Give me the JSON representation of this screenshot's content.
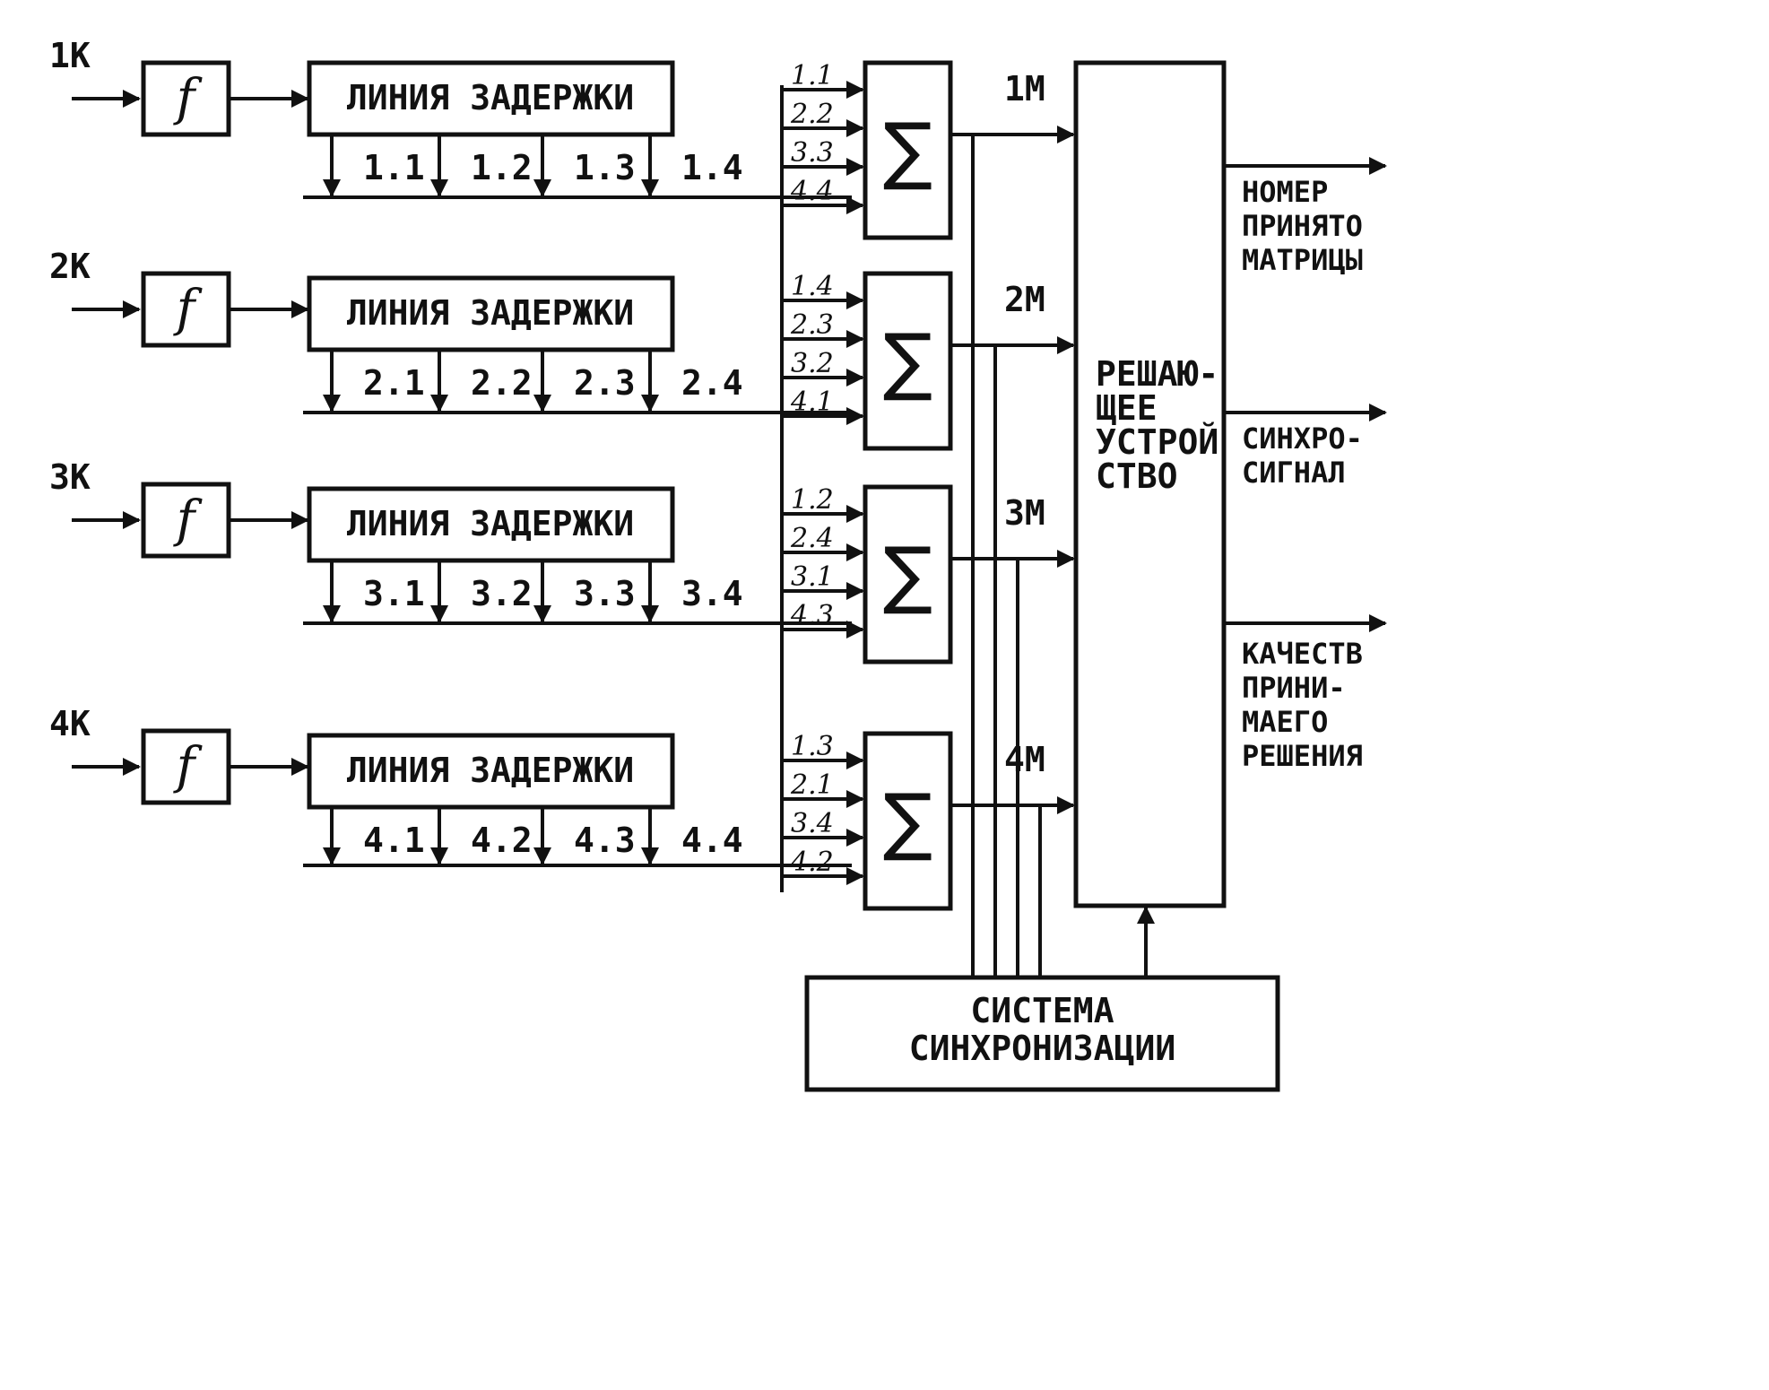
{
  "channels": [
    {
      "input": "1K",
      "filter": "f",
      "delay": "ЛИНИЯ ЗАДЕРЖКИ",
      "taps": [
        "1.1",
        "1.2",
        "1.3",
        "1.4"
      ]
    },
    {
      "input": "2K",
      "filter": "f",
      "delay": "ЛИНИЯ ЗАДЕРЖКИ",
      "taps": [
        "2.1",
        "2.2",
        "2.3",
        "2.4"
      ]
    },
    {
      "input": "3K",
      "filter": "f",
      "delay": "ЛИНИЯ ЗАДЕРЖКИ",
      "taps": [
        "3.1",
        "3.2",
        "3.3",
        "3.4"
      ]
    },
    {
      "input": "4K",
      "filter": "f",
      "delay": "ЛИНИЯ ЗАДЕРЖКИ",
      "taps": [
        "4.1",
        "4.2",
        "4.3",
        "4.4"
      ]
    }
  ],
  "summers": [
    {
      "symbol": "∑",
      "inputs": [
        "1.1",
        "2.2",
        "3.3",
        "4.4"
      ],
      "output": "1M"
    },
    {
      "symbol": "∑",
      "inputs": [
        "1.4",
        "2.3",
        "3.2",
        "4.1"
      ],
      "output": "2M"
    },
    {
      "symbol": "∑",
      "inputs": [
        "1.2",
        "2.4",
        "3.1",
        "4.3"
      ],
      "output": "3M"
    },
    {
      "symbol": "∑",
      "inputs": [
        "1.3",
        "2.1",
        "3.4",
        "4.2"
      ],
      "output": "4M"
    }
  ],
  "decision": {
    "lines": [
      "РЕШАЮ-",
      "ЩЕЕ",
      "УСТРОЙ",
      "СТВО"
    ]
  },
  "sync": {
    "lines": [
      "СИСТЕМА",
      "СИНХРОНИЗАЦИИ"
    ]
  },
  "outputs": [
    {
      "lines": [
        "НОМЕР",
        "ПРИНЯТО",
        "МАТРИЦЫ"
      ]
    },
    {
      "lines": [
        "СИНХРО-",
        "СИГНАЛ"
      ]
    },
    {
      "lines": [
        "КАЧЕСТВ",
        "ПРИНИ-",
        "МАЕГО",
        "РЕШЕНИЯ"
      ]
    }
  ]
}
